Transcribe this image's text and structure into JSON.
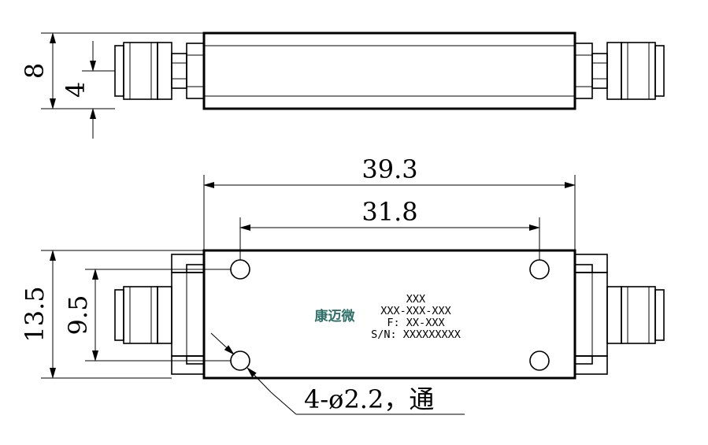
{
  "dimensions": {
    "side_height": "8",
    "side_center": "4",
    "overall_length": "39.3",
    "hole_spacing_x": "31.8",
    "overall_height": "13.5",
    "hole_spacing_y": "9.5",
    "hole_callout": "4-ø2.2，通"
  },
  "label": {
    "brand": "康迈微",
    "line1": "XXX",
    "line2": "XXX-XXX-XXX",
    "line3": "F: XX-XXX",
    "line4": "S/N: XXXXXXXXX"
  },
  "colors": {
    "ink": "#000000",
    "brand": "#2f6f68"
  }
}
